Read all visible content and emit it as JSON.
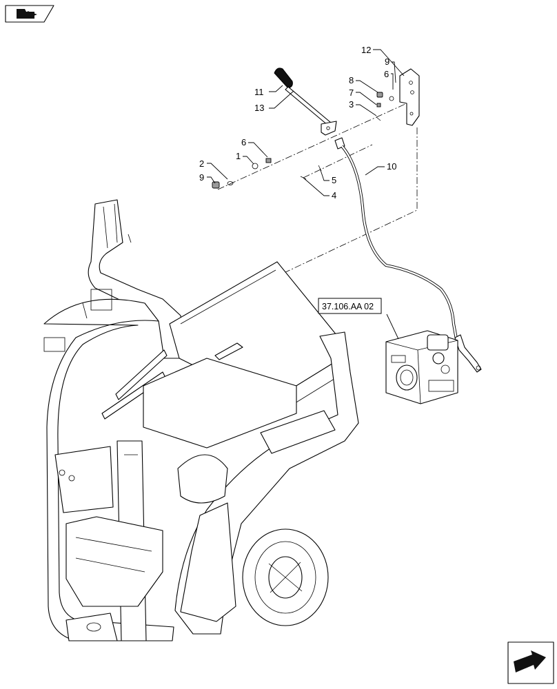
{
  "diagram": {
    "callouts": {
      "c12": "12",
      "c9a": "9",
      "c8": "8",
      "c6a": "6",
      "c7": "7",
      "c3": "3",
      "c11": "11",
      "c13": "13",
      "c6b": "6",
      "c1": "1",
      "c2": "2",
      "c9b": "9",
      "c5": "5",
      "c4": "4",
      "c10": "10"
    },
    "reference_label": "37.106.AA 02"
  },
  "icons": {
    "top_left": "previous-page-icon",
    "bottom_right": "next-page-icon"
  }
}
